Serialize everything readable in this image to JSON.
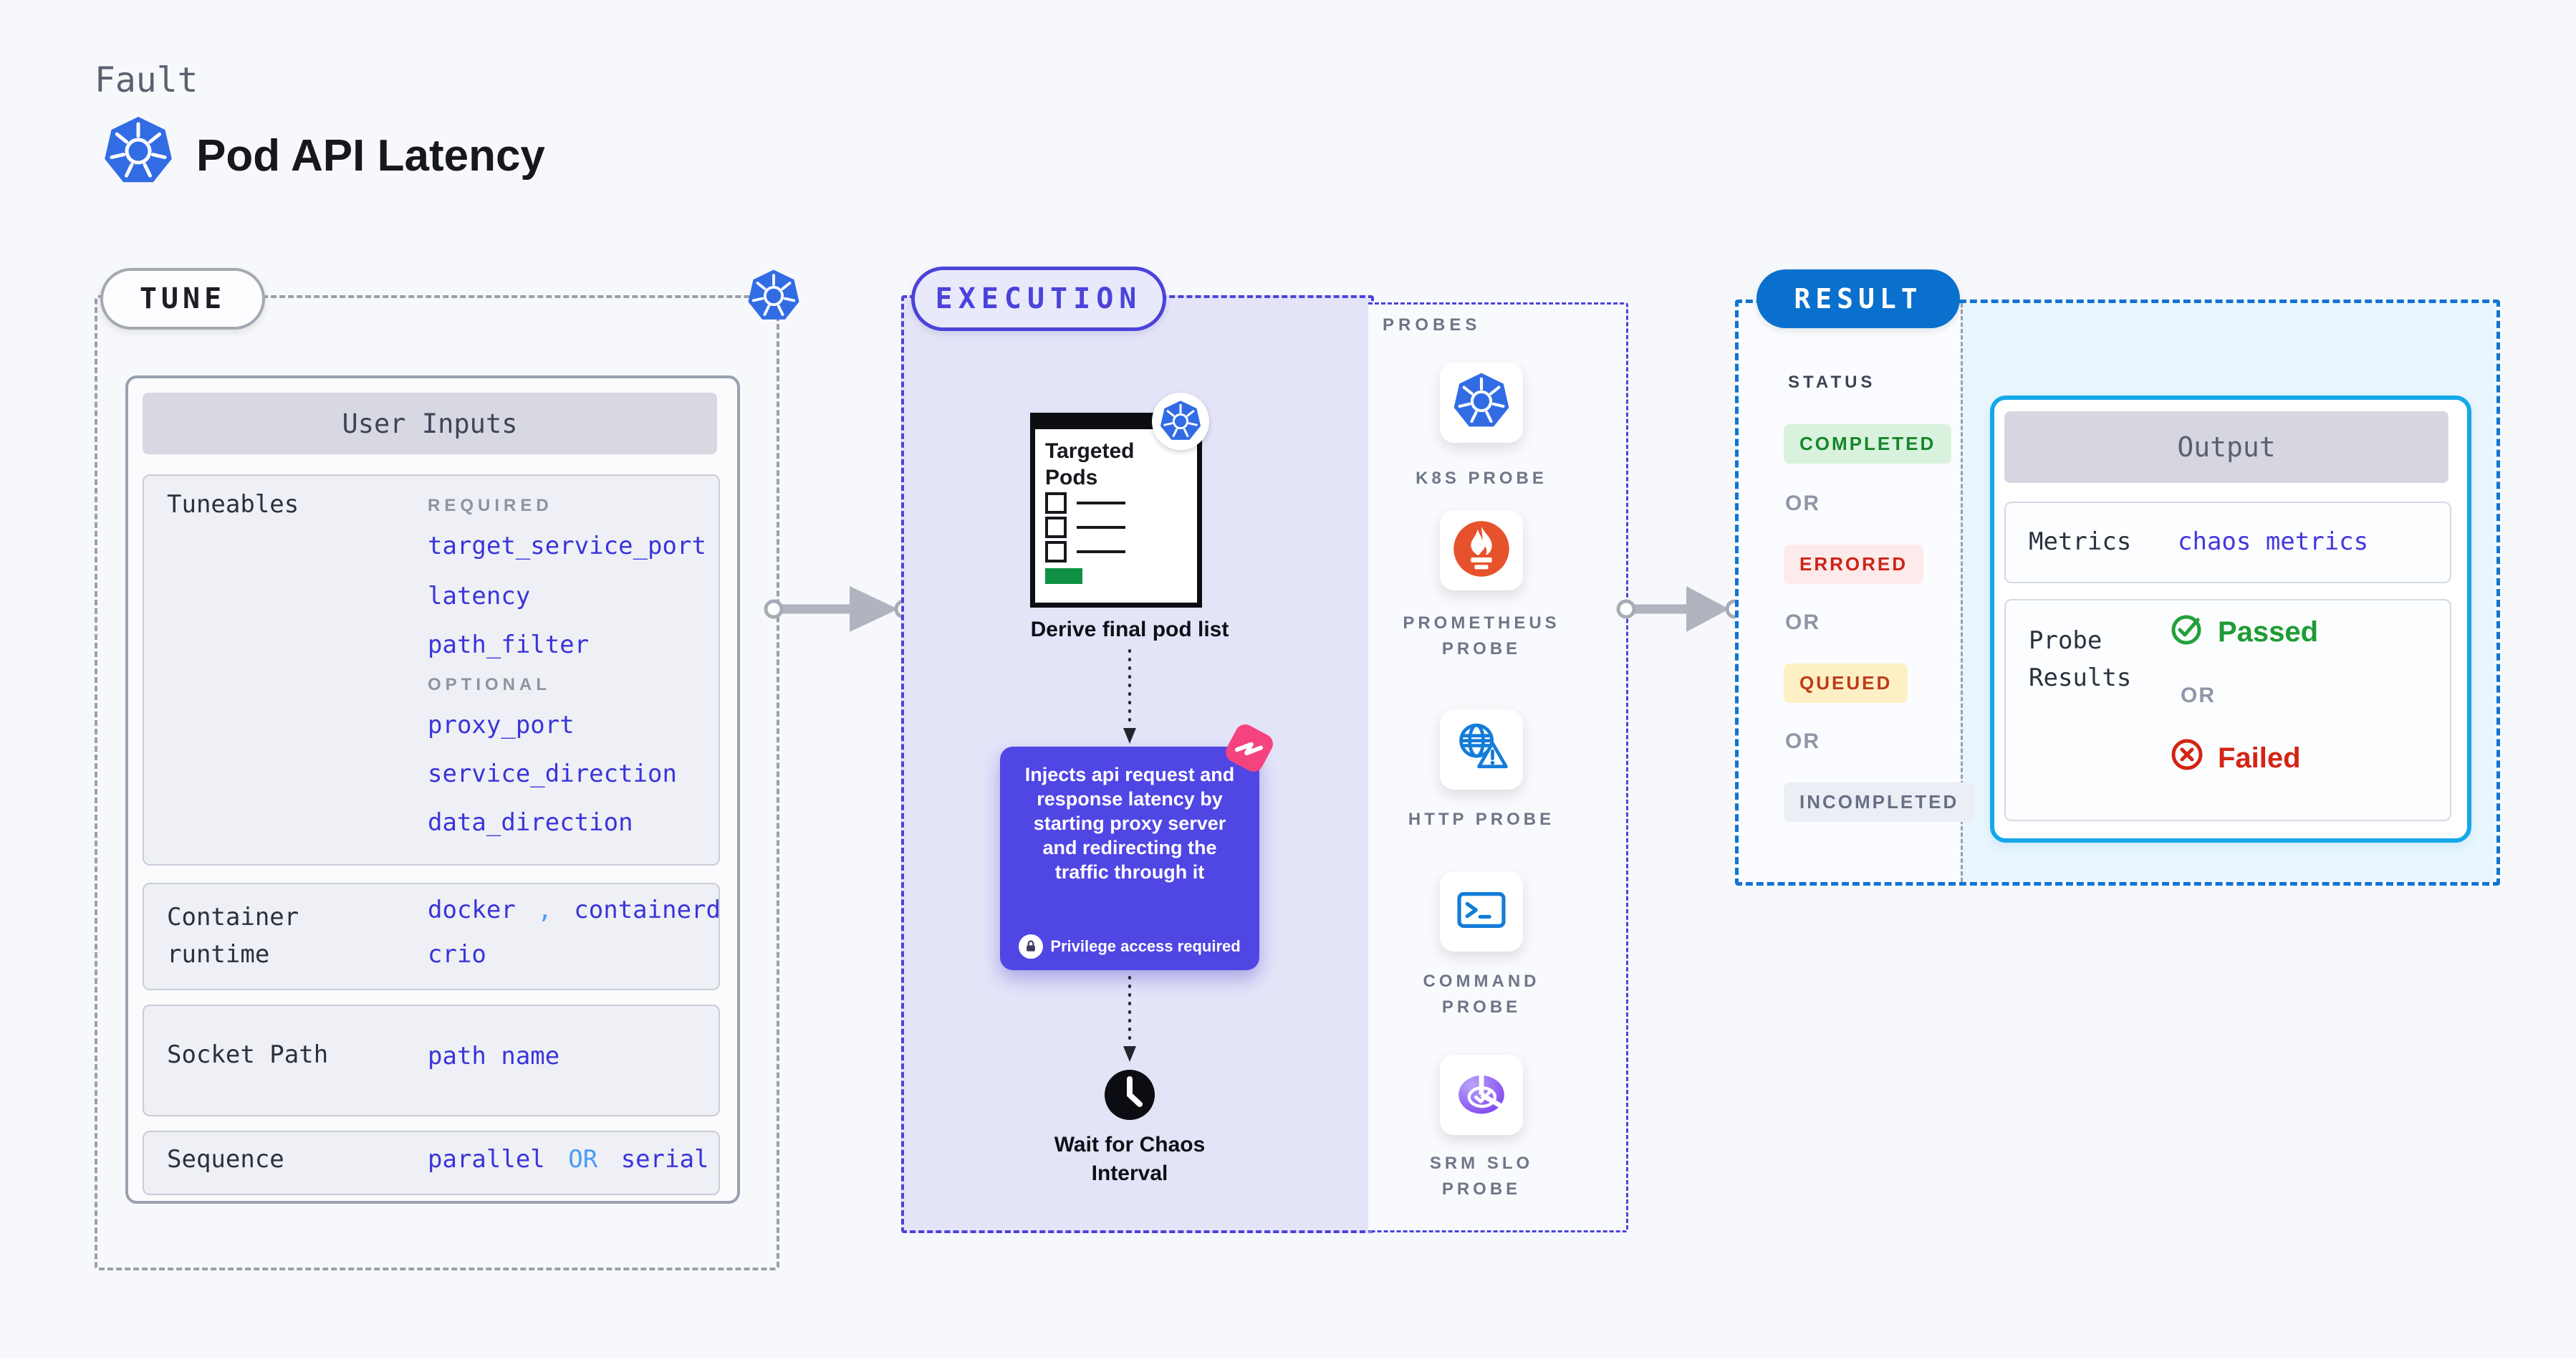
{
  "header": {
    "eyebrow": "Fault",
    "title": "Pod API Latency"
  },
  "tune": {
    "pill": "TUNE",
    "user_inputs": {
      "title": "User Inputs",
      "tuneables_label": "Tuneables",
      "required_label": "REQUIRED",
      "required": [
        "target_service_port",
        "latency",
        "path_filter"
      ],
      "optional_label": "OPTIONAL",
      "optional": [
        "proxy_port",
        "service_direction",
        "data_direction"
      ],
      "container_runtime_label": "Container runtime",
      "container_runtime_values": [
        "docker",
        "containerd",
        "crio"
      ],
      "comma": ",",
      "socket_label": "Socket Path",
      "socket_value": "path name",
      "sequence_label": "Sequence",
      "sequence_first": "parallel",
      "sequence_or": "OR",
      "sequence_second": "serial"
    }
  },
  "execution": {
    "pill": "EXECUTION",
    "window_title": "Targeted Pods",
    "derive_caption": "Derive final pod list",
    "inject_text": "Injects api request and response latency by starting proxy server and redirecting the traffic through it",
    "privilege_note": "Privilege access required",
    "wait_caption": "Wait for Chaos Interval"
  },
  "probes": {
    "title": "PROBES",
    "items": [
      {
        "label": "K8S PROBE",
        "icon": "kubernetes-icon"
      },
      {
        "label": "PROMETHEUS PROBE",
        "icon": "prometheus-icon"
      },
      {
        "label": "HTTP PROBE",
        "icon": "globe-warning-icon"
      },
      {
        "label": "COMMAND PROBE",
        "icon": "terminal-icon"
      },
      {
        "label": "SRM SLO PROBE",
        "icon": "pie-check-icon"
      }
    ]
  },
  "result": {
    "pill": "RESULT",
    "status_label": "STATUS",
    "or_label": "OR",
    "badges": [
      {
        "label": "COMPLETED",
        "color": "#17862b",
        "bg": "#d9f2dd"
      },
      {
        "label": "ERRORED",
        "color": "#cb2418",
        "bg": "#fdeaea"
      },
      {
        "label": "QUEUED",
        "color": "#bf3a17",
        "bg": "#fcf0c4"
      },
      {
        "label": "INCOMPLETED",
        "color": "#677084",
        "bg": "#eceef5"
      }
    ],
    "output": {
      "title": "Output",
      "metrics_label": "Metrics",
      "metrics_value": "chaos metrics",
      "probe_results_label": "Probe Results",
      "passed": "Passed",
      "or": "OR",
      "failed": "Failed"
    }
  },
  "colors": {
    "kubernetes_blue": "#326ce5",
    "indigo_accent": "#4b43da",
    "value_indigo": "#3a35d9",
    "light_blue_accent": "#4c9bf3",
    "result_blue": "#0a70cd",
    "output_border_cyan": "#14a8e8",
    "prometheus_orange": "#e6522c",
    "success_green": "#1d9c33",
    "error_red": "#d32414",
    "inject_box_indigo": "#5046e4",
    "chaos_pink": "#f4437d",
    "targeted_green": "#0f9044"
  }
}
